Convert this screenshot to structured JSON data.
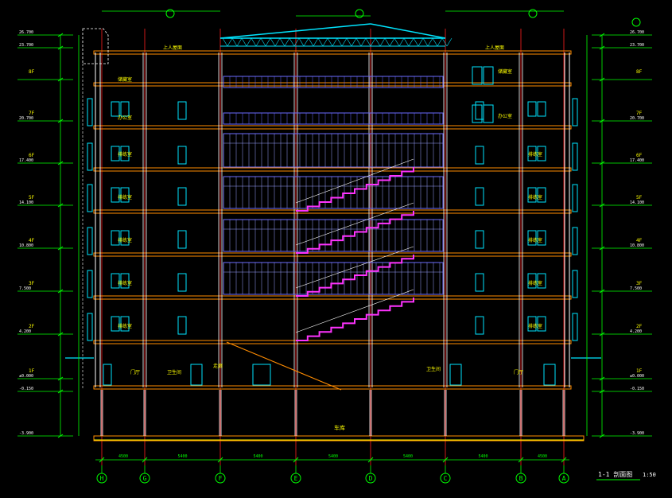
{
  "drawing": {
    "title": "1-1 剖面图",
    "scale": "1:50",
    "ground_note": "车库"
  },
  "axes": [
    "H",
    "G",
    "F",
    "E",
    "D",
    "C",
    "B",
    "A"
  ],
  "span_dims": [
    "4500",
    "5400",
    "5400",
    "5400",
    "5400",
    "5400",
    "4500"
  ],
  "levels": [
    {
      "name": "",
      "elev": "26.700"
    },
    {
      "name": "",
      "elev": "23.700"
    },
    {
      "name": "8F",
      "elev": ""
    },
    {
      "name": "7F",
      "elev": "20.700"
    },
    {
      "name": "6F",
      "elev": "17.400"
    },
    {
      "name": "5F",
      "elev": "14.100"
    },
    {
      "name": "4F",
      "elev": "10.800"
    },
    {
      "name": "3F",
      "elev": "7.500"
    },
    {
      "name": "2F",
      "elev": "4.200"
    },
    {
      "name": "1F",
      "elev": "±0.000"
    },
    {
      "name": "",
      "elev": "-0.150"
    },
    {
      "name": "",
      "elev": "-3.900"
    }
  ],
  "room_labels": {
    "roof": "上人屋面",
    "store": "储藏室",
    "practice": "排练室",
    "office": "办公室",
    "lobby": "门厅",
    "corridor": "走廊",
    "stair": "楼梯",
    "toilet": "卫生间"
  },
  "colors": {
    "bg": "#000000",
    "dim": "#00ff00",
    "axis": "#ff2020",
    "slab": "#ff8c00",
    "wall": "#ffffff",
    "window": "#00e5ff",
    "glass": "#6b6bff",
    "stair": "#ff33ff",
    "text": "#ffff00"
  }
}
